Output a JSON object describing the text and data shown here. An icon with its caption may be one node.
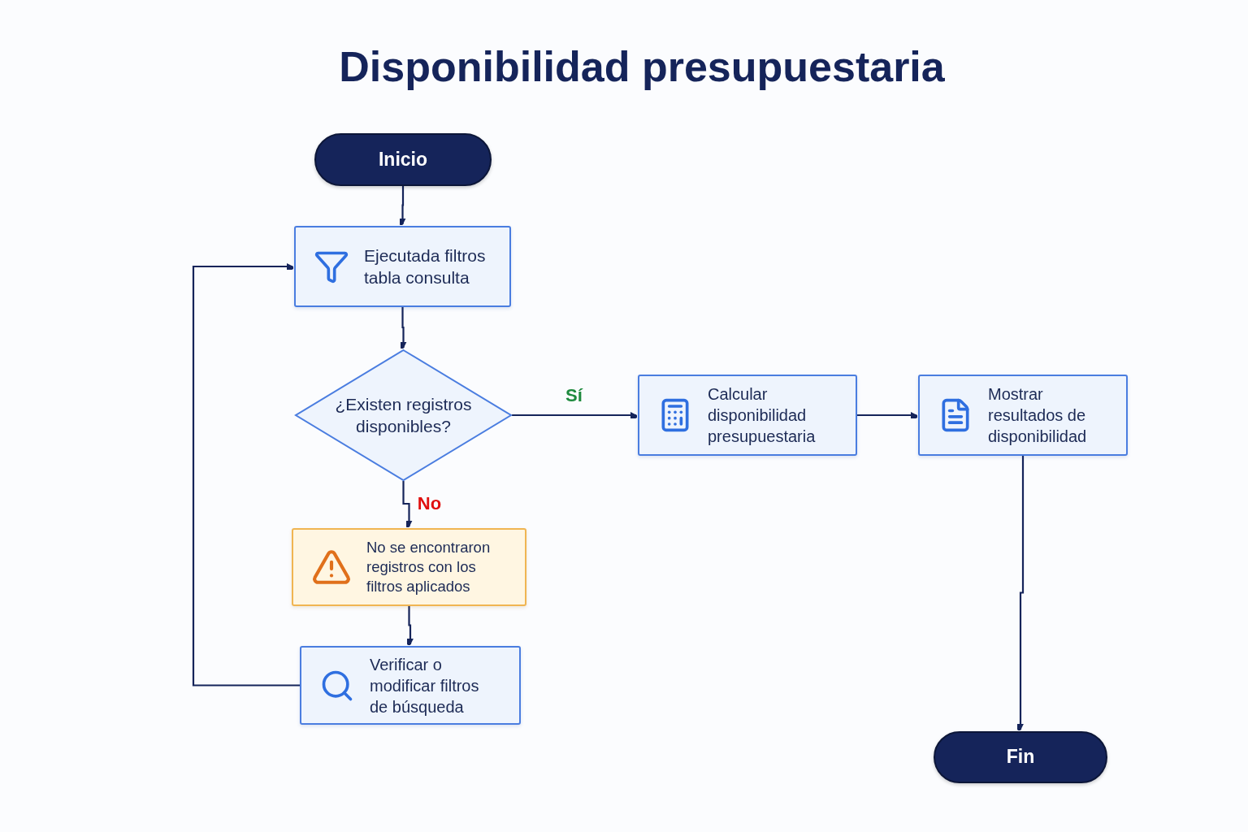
{
  "diagram": {
    "title": "Disponibilidad presupuestaria",
    "nodes": [
      {
        "text": [
          "Inicio"
        ]
      },
      {
        "text": [
          "Ejecutada filtros tabla consulta"
        ]
      },
      {
        "text": [
          "¿Existen registros disponibles?"
        ]
      },
      {
        "text": [
          "Calcular disponibilidad presupuestaria"
        ]
      },
      {
        "text": [
          "Mostrar resultados de disponibilidad"
        ]
      },
      {
        "text": [
          "No se encontraron registros con los filtros aplicados"
        ]
      },
      {
        "text": [
          "Verificar o modificar filtros de búsqueda"
        ]
      },
      {
        "text": [
          "Fin"
        ]
      }
    ],
    "edges": [
      {
        "from": 0,
        "to": 1,
        "arrow": "to"
      },
      {
        "from": 1,
        "to": 2,
        "arrow": "to"
      },
      {
        "from": 2,
        "to": 3,
        "arrow": "to",
        "label": "Sí"
      },
      {
        "from": 3,
        "to": 4,
        "arrow": "to"
      },
      {
        "from": 2,
        "to": 5,
        "arrow": "to",
        "label": "No"
      },
      {
        "from": 5,
        "to": 6,
        "arrow": "to"
      },
      {
        "from": 6,
        "to": 1,
        "arrow": "to"
      },
      {
        "from": 4,
        "to": 7,
        "arrow": "to"
      }
    ]
  }
}
